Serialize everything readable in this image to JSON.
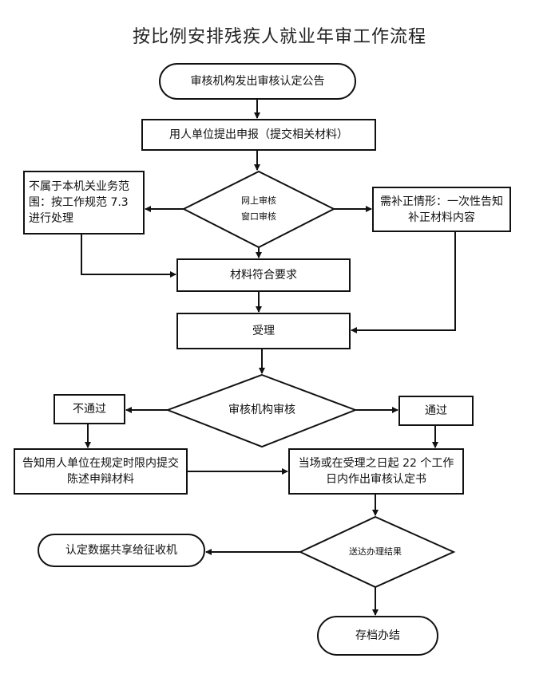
{
  "title": "按比例安排残疾人就业年审工作流程",
  "nodes": {
    "start": "审核机构发出审核认定公告",
    "submit": "用人单位提出申报（提交相关材料）",
    "check_line1": "网上审核",
    "check_line2": "窗口审核",
    "out_of_scope": "不属于本机关业务范围：按工作规范 7.3 进行处理",
    "need_supplement": "需补正情形：一次性告知补正材料内容",
    "meets_requirement": "材料符合要求",
    "accept": "受理",
    "review": "审核机构审核",
    "fail": "不通过",
    "pass": "通过",
    "notify_defense": "告知用人单位在规定时限内提交陈述申辩材料",
    "issue_certificate": "当场或在受理之日起 22 个工作日内作出审核认定书",
    "deliver": "送达办理结果",
    "share_data": "认定数据共享给征收机",
    "archive": "存档办结"
  }
}
